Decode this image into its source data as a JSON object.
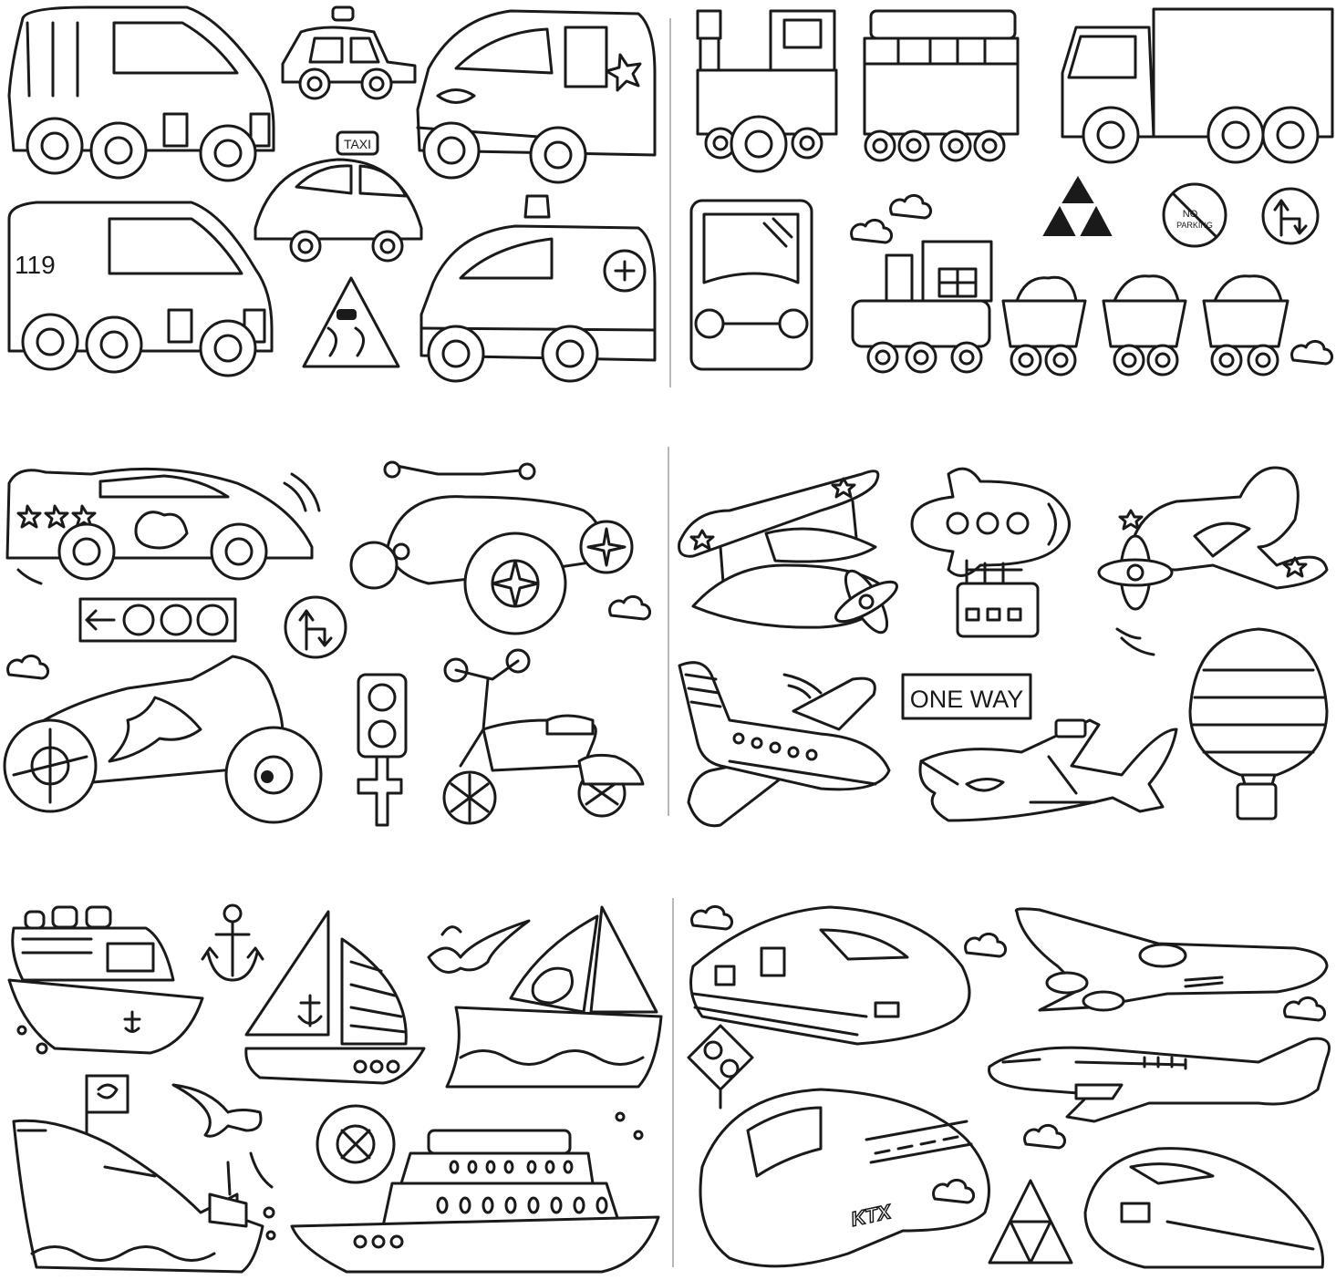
{
  "labels": {
    "taxi_sign": "TAXI",
    "fire_truck_number": "119",
    "no_parking_line1": "NO",
    "no_parking_line2": "PARKING",
    "one_way_sign": "ONE WAY",
    "train_marking": "KTX"
  },
  "colors": {
    "ink": "#1a1a1a",
    "paper": "#ffffff"
  },
  "panels": [
    {
      "name": "emergency-vehicles",
      "icons": [
        "van-icon",
        "police-car-icon",
        "police-van-icon",
        "taxi-icon",
        "fire-truck-icon",
        "ambulance-icon",
        "slippery-road-sign-icon"
      ]
    },
    {
      "name": "trains-and-trucks",
      "icons": [
        "steam-engine-icon",
        "train-car-icon",
        "truck-icon",
        "bus-icon",
        "cargo-train-icon",
        "warning-triangle-icon",
        "no-parking-sign-icon",
        "turn-sign-icon"
      ]
    },
    {
      "name": "cars-and-motorbikes",
      "icons": [
        "race-car-icon",
        "quad-bike-icon",
        "arrow-lights-sign-icon",
        "turn-sign-icon",
        "motorcycle-icon",
        "traffic-light-icon",
        "scooter-icon"
      ]
    },
    {
      "name": "aircraft",
      "icons": [
        "biplane-icon",
        "airship-icon",
        "propeller-plane-icon",
        "jet-plane-icon",
        "one-way-sign-icon",
        "fighter-jet-icon",
        "hot-air-balloon-icon"
      ]
    },
    {
      "name": "ships",
      "icons": [
        "cruise-ship-icon",
        "anchor-icon",
        "sailboat-icon",
        "seagull-icon",
        "sailing-ship-icon",
        "cargo-ship-icon",
        "life-ring-icon",
        "ferry-icon"
      ]
    },
    {
      "name": "high-speed",
      "icons": [
        "bullet-train-icon",
        "airliner-icon",
        "traffic-light-icon",
        "passenger-jet-icon",
        "ktx-train-icon",
        "triangle-sign-icon"
      ]
    }
  ]
}
